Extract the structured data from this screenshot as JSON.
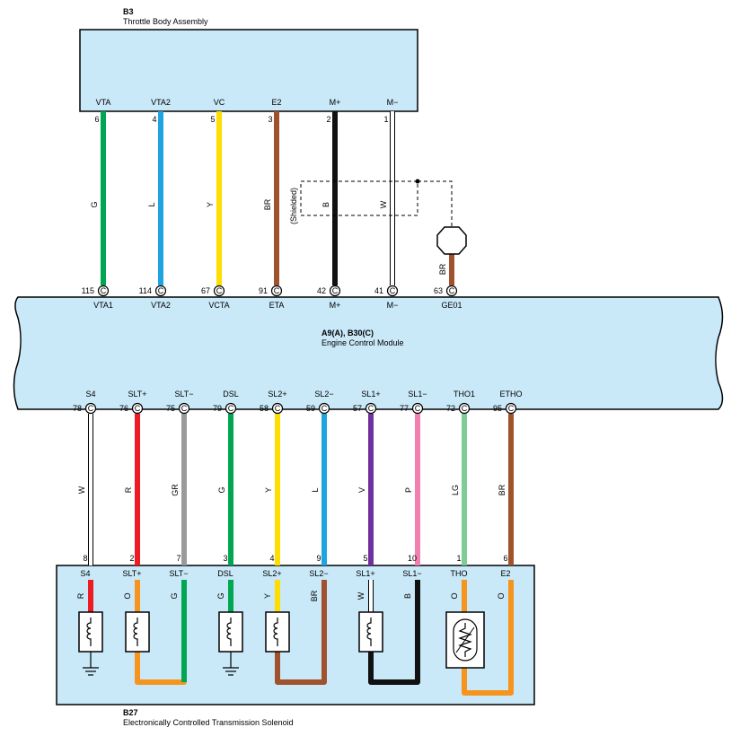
{
  "throttle_body": {
    "code": "B3",
    "name": "Throttle Body Assembly",
    "terminals": [
      {
        "label": "VTA",
        "pin": "6"
      },
      {
        "label": "VTA2",
        "pin": "4"
      },
      {
        "label": "VC",
        "pin": "5"
      },
      {
        "label": "E2",
        "pin": "3"
      },
      {
        "label": "M+",
        "pin": "2"
      },
      {
        "label": "M−",
        "pin": "1"
      }
    ]
  },
  "ecm": {
    "code": "A9(A), B30(C)",
    "name": "Engine Control Module",
    "connector": "C",
    "top_terminals": [
      {
        "label": "VTA1",
        "pin": "115"
      },
      {
        "label": "VTA2",
        "pin": "114"
      },
      {
        "label": "VCTA",
        "pin": "67"
      },
      {
        "label": "ETA",
        "pin": "91"
      },
      {
        "label": "M+",
        "pin": "42"
      },
      {
        "label": "M−",
        "pin": "41"
      },
      {
        "label": "GE01",
        "pin": "63"
      }
    ],
    "bottom_terminals": [
      {
        "label": "S4",
        "pin": "78"
      },
      {
        "label": "SLT+",
        "pin": "76"
      },
      {
        "label": "SLT−",
        "pin": "75"
      },
      {
        "label": "DSL",
        "pin": "79"
      },
      {
        "label": "SL2+",
        "pin": "58"
      },
      {
        "label": "SL2−",
        "pin": "59"
      },
      {
        "label": "SL1+",
        "pin": "57"
      },
      {
        "label": "SL1−",
        "pin": "77"
      },
      {
        "label": "THO1",
        "pin": "72"
      },
      {
        "label": "ETHO",
        "pin": "95"
      }
    ]
  },
  "upper_wires": [
    {
      "color_code": "G",
      "color": "#00a651"
    },
    {
      "color_code": "L",
      "color": "#1ea5e0"
    },
    {
      "color_code": "Y",
      "color": "#ffdd00"
    },
    {
      "color_code": "BR",
      "color": "#a0522d"
    },
    {
      "color_code": "B",
      "color": "#111111"
    },
    {
      "color_code": "W",
      "color": "#ffffff"
    },
    {
      "color_code": "BR",
      "color": "#a0522d"
    }
  ],
  "shield_label": "(Shielded)",
  "lower_wires": [
    {
      "color_code": "W",
      "color": "#ffffff"
    },
    {
      "color_code": "R",
      "color": "#ed1c24"
    },
    {
      "color_code": "GR",
      "color": "#9a9a9a"
    },
    {
      "color_code": "G",
      "color": "#00a651"
    },
    {
      "color_code": "Y",
      "color": "#ffdd00"
    },
    {
      "color_code": "L",
      "color": "#1ea5e0"
    },
    {
      "color_code": "V",
      "color": "#7030a0"
    },
    {
      "color_code": "P",
      "color": "#f080b0"
    },
    {
      "color_code": "LG",
      "color": "#7fcc98"
    },
    {
      "color_code": "BR",
      "color": "#a0522d"
    }
  ],
  "solenoid": {
    "code": "B27",
    "name": "Electronically Controlled Transmission Solenoid",
    "terminals": [
      {
        "label": "S4",
        "pin": "8"
      },
      {
        "label": "SLT+",
        "pin": "2"
      },
      {
        "label": "SLT−",
        "pin": "7"
      },
      {
        "label": "DSL",
        "pin": "3"
      },
      {
        "label": "SL2+",
        "pin": "4"
      },
      {
        "label": "SL2−",
        "pin": "9"
      },
      {
        "label": "SL1+",
        "pin": "5"
      },
      {
        "label": "SL1−",
        "pin": "10"
      },
      {
        "label": "THO",
        "pin": "1"
      },
      {
        "label": "E2",
        "pin": "6"
      }
    ],
    "internal_wires": [
      {
        "color_code": "R",
        "color": "#ed1c24"
      },
      {
        "color_code": "O",
        "color": "#f7941d"
      },
      {
        "color_code": "G",
        "color": "#00a651"
      },
      {
        "color_code": "Y",
        "color": "#ffdd00"
      },
      {
        "color_code": "BR",
        "color": "#a0522d"
      },
      {
        "color_code": "W",
        "color": "#ffffff"
      },
      {
        "color_code": "B",
        "color": "#111111"
      },
      {
        "color_code": "O",
        "color": "#f7941d"
      },
      {
        "color_code": "O",
        "color": "#f7941d"
      }
    ]
  },
  "colors": {
    "box_fill": "#c9e8f8",
    "outline": "#000000"
  }
}
